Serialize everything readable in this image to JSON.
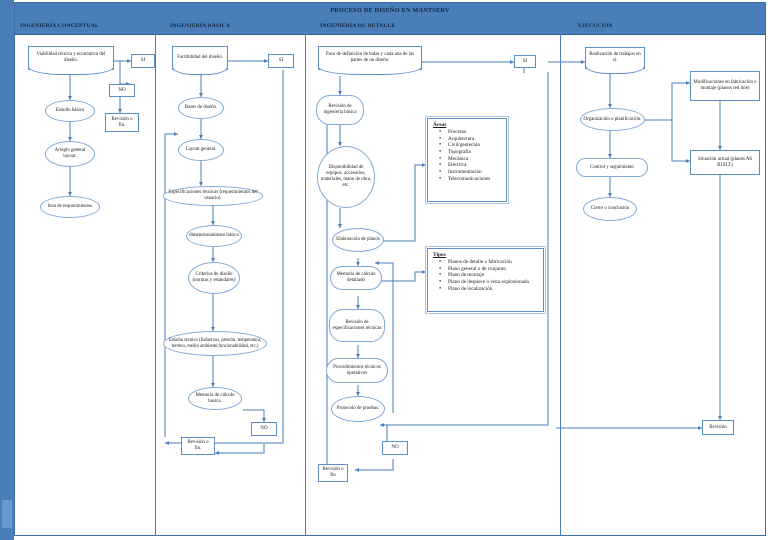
{
  "document": {
    "title": "PROCESO DE DISEÑO EN MANTSERV"
  },
  "columns": [
    {
      "header": "INGENIERÍA CONCEPTUAL"
    },
    {
      "header": "INGENIERÍA BÁSICA"
    },
    {
      "header": "INGENIERÍA DE DETALLE"
    },
    {
      "header": "EJECUCIÓN"
    }
  ],
  "colors": {
    "header_band": "#4a7ebb",
    "node_border": "#5b8fc9",
    "oval_border": "#7fa9d6",
    "connector": "#4a7ebb",
    "rail": "#4a7ebb"
  },
  "conceptual": {
    "start": "Viabilidad técnica y económica del diseño.",
    "si": "SI",
    "no": "NO",
    "revision": "Revisión o fin.",
    "steps": [
      "Estudio básico",
      "Arreglo general layout.",
      "lista de requerimientos"
    ]
  },
  "basica": {
    "start": "Factibilidad del diseño.",
    "si": "SI",
    "no": "NO",
    "revision": "Revisión o fin.",
    "steps": [
      "Bases de diseño.",
      "Layout general.",
      "Especificaciones técnicas (requerimientos del usuario).",
      "dimensionamiento básico",
      "Criterios de diseño (normas y estándares)",
      "Estudio técnico (Esfuerzos, presión, temperatura, terreno, medio ambiente,funcionabilidad, etc.)",
      "Memoria de cálculo básica."
    ]
  },
  "detalle": {
    "start": "Paso de definición de todas y cada una de las partes de un diseño.",
    "si": "SI",
    "no": "NO",
    "revision": "Revisión o fin",
    "steps": [
      "Revisión de ingeniería básica",
      "Disponibilidad de equipos, accesorios, materiales, mano de obra, etc.",
      "Elaboración de planos",
      "Memoria de cálculo detallado",
      "Revisión de especificaciones técnicas",
      "Procedimientos técnicos operativos",
      "Protocolo de pruebas."
    ],
    "areas_box": {
      "title": "Áreas",
      "items": [
        "Procesos",
        "Arquitectura",
        "Civil/geotecnia",
        "Topografía",
        "Mecánica",
        "Eléctrica",
        "Instrumentación",
        "Telecomunicaciones"
      ]
    },
    "tipos_box": {
      "title": "Tipos",
      "items": [
        "Planos de detalle o fabricación",
        "Plano general o de conjunto",
        "Plano de montaje",
        "Plano de despiece o vista explosionada",
        "Plano de localización."
      ]
    }
  },
  "ejecucion": {
    "start": "Realización de trabajos en sí.",
    "steps": [
      "Organización o planificación.",
      "Control y seguimiento",
      "Cierre o conclusión"
    ],
    "modificaciones": "Modificaciones en fabricación o montaje (planos red line)",
    "situacion": "Situación actual (planos AS BUILT)",
    "revision": "Revisión"
  }
}
